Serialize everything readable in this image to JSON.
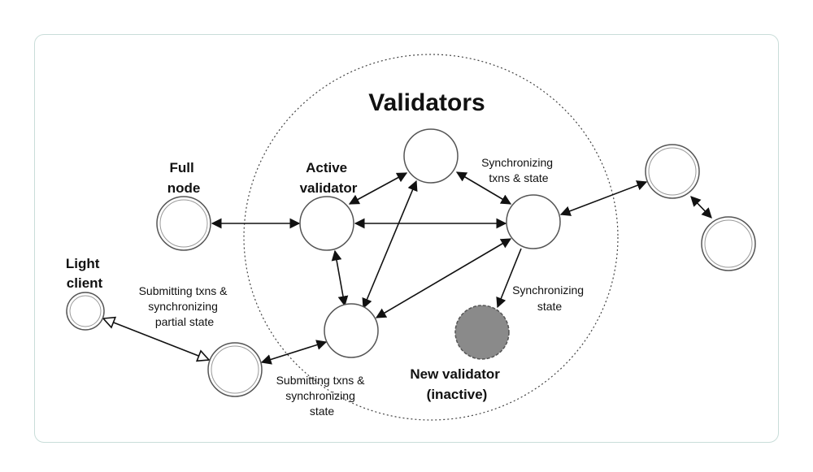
{
  "title": "Validators",
  "labels": {
    "full_node": [
      "Full",
      "node"
    ],
    "active_validator": [
      "Active",
      "validator"
    ],
    "light_client": [
      "Light",
      "client"
    ],
    "new_validator": [
      "New validator",
      "(inactive)"
    ],
    "sync_txns_state": [
      "Synchronizing",
      "txns & state"
    ],
    "sync_state": [
      "Synchronizing",
      "state"
    ],
    "submit_partial": [
      "Submitting txns &",
      "synchronizing",
      "partial state"
    ],
    "submit_state": [
      "Submitting txns &",
      "synchronizing",
      "state"
    ]
  },
  "colors": {
    "inactive_fill": "#8a8a8a",
    "card_border": "#c9ddd9"
  }
}
